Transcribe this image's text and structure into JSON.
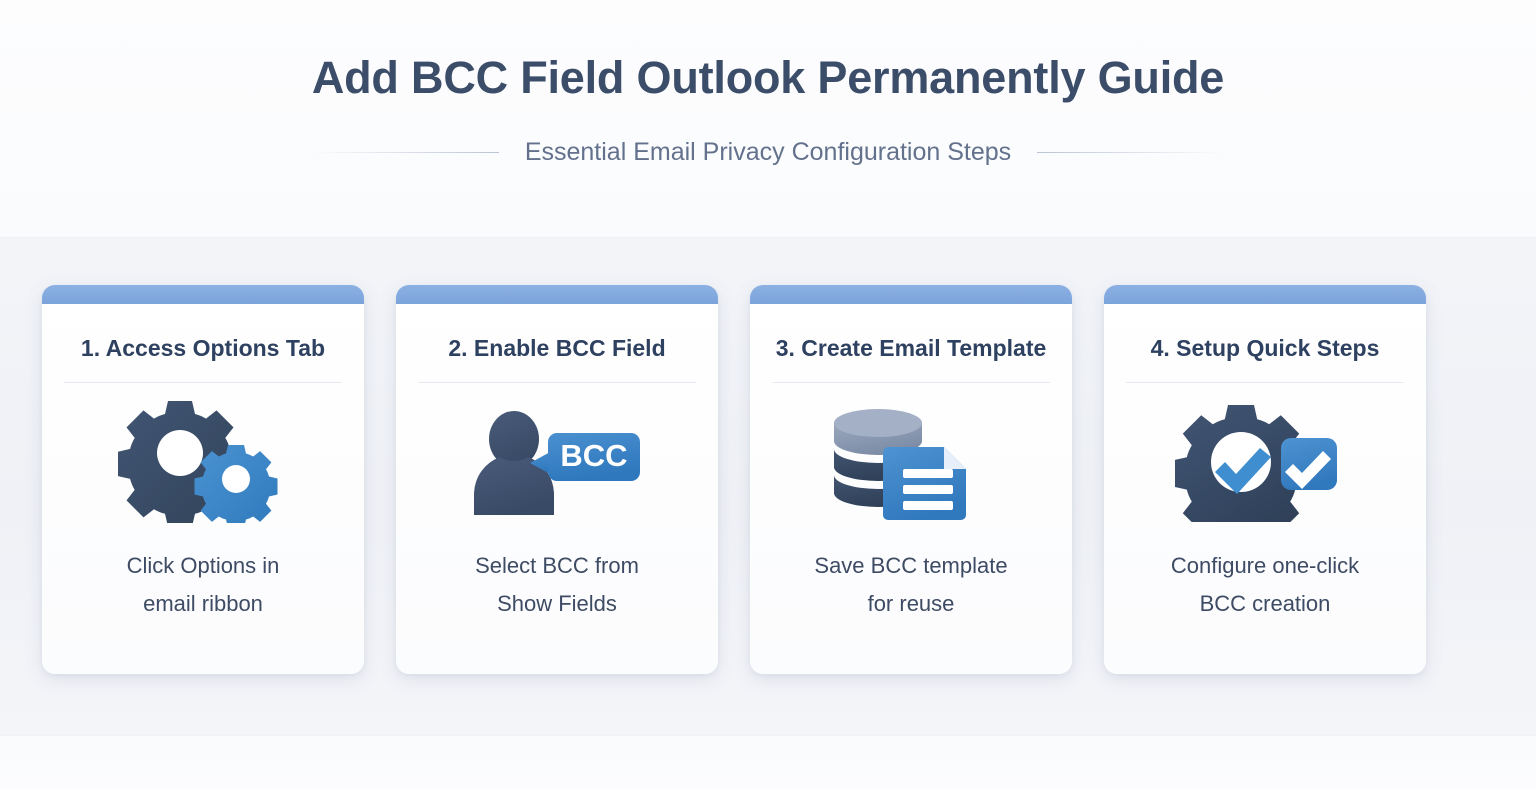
{
  "header": {
    "title": "Add BCC Field Outlook Permanently Guide",
    "subtitle": "Essential Email Privacy Configuration Steps"
  },
  "theme": {
    "accent_blue": "#3e87c8",
    "bar_blue": "#7ba4dc",
    "title_navy": "#3b4d68",
    "card_title_navy": "#2e4160",
    "body_slate": "#3e4b64",
    "subtitle_slate": "#63718d",
    "icon_dark": "#3a4d66",
    "page_bg": "#f1f3f8"
  },
  "cards": [
    {
      "title": "1. Access Options Tab",
      "icon": "double-gear-icon",
      "desc_line1": "Click Options in",
      "desc_line2": "email ribbon"
    },
    {
      "title": "2. Enable BCC Field",
      "icon": "person-bcc-bubble-icon",
      "bubble_label": "BCC",
      "desc_line1": "Select BCC from",
      "desc_line2": "Show Fields"
    },
    {
      "title": "3. Create Email Template",
      "icon": "database-document-icon",
      "desc_line1": "Save BCC template",
      "desc_line2": "for reuse"
    },
    {
      "title": "4. Setup Quick Steps",
      "icon": "gear-checkmark-icon",
      "desc_line1": "Configure one-click",
      "desc_line2": "BCC creation"
    }
  ]
}
